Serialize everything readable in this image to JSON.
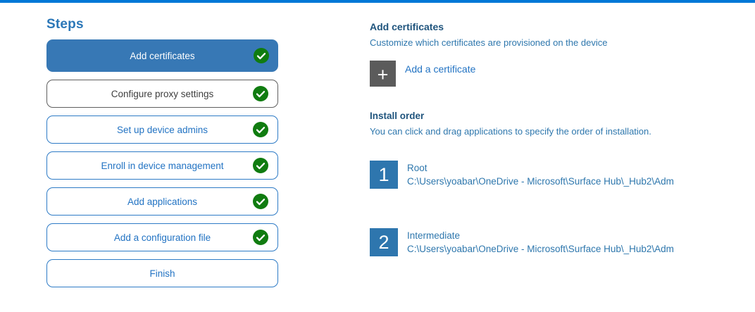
{
  "sidebar": {
    "title": "Steps",
    "steps": [
      {
        "label": "Add certificates",
        "completed": true,
        "state": "selected"
      },
      {
        "label": "Configure proxy settings",
        "completed": true,
        "state": "gray"
      },
      {
        "label": "Set up device admins",
        "completed": true,
        "state": "normal"
      },
      {
        "label": "Enroll in device management",
        "completed": true,
        "state": "normal"
      },
      {
        "label": "Add applications",
        "completed": true,
        "state": "normal"
      },
      {
        "label": "Add a configuration file",
        "completed": true,
        "state": "normal"
      },
      {
        "label": "Finish",
        "completed": false,
        "state": "normal"
      }
    ]
  },
  "main": {
    "certificates": {
      "title": "Add certificates",
      "description": "Customize which certificates are provisioned on the device",
      "plus_icon": "+",
      "add_button_label": "Add a certificate"
    },
    "install_order": {
      "title": "Install order",
      "description": "You can click and drag applications to specify the order of installation.",
      "items": [
        {
          "order": "1",
          "name": "Root",
          "path": "C:\\Users\\yoabar\\OneDrive - Microsoft\\Surface Hub\\_Hub2\\Adm"
        },
        {
          "order": "2",
          "name": "Intermediate",
          "path": "C:\\Users\\yoabar\\OneDrive - Microsoft\\Surface Hub\\_Hub2\\Adm"
        }
      ]
    }
  },
  "colors": {
    "top_bar": "#0078D7",
    "selected_step_bg": "#3778B5",
    "step_border_blue": "#2E7BC6",
    "step_text_blue": "#2273C3",
    "completed_green": "#107C10",
    "number_tile_blue": "#2E76AE",
    "add_tile_gray": "#5B5B5B",
    "heading_navy": "#1F547D",
    "body_blue": "#2E77AD"
  }
}
